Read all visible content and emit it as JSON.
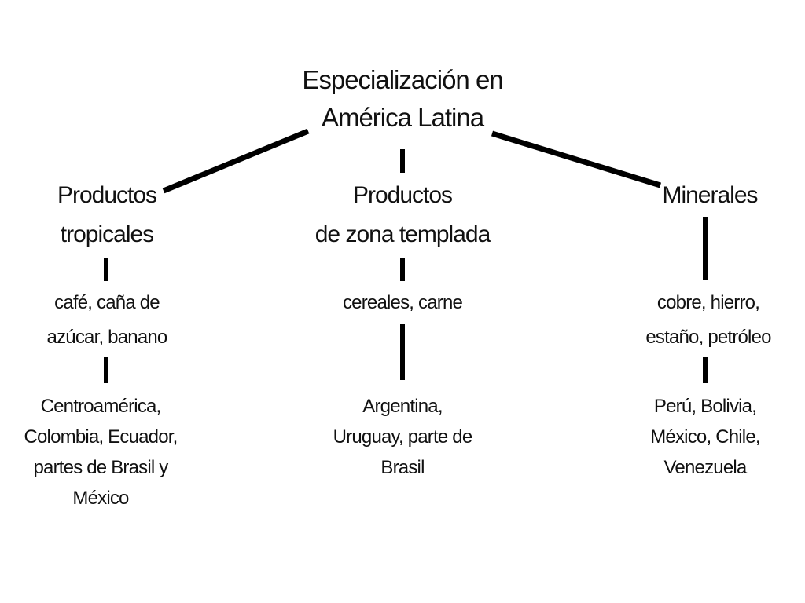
{
  "root": {
    "title_lines": [
      "Especialización en",
      "América Latina"
    ]
  },
  "branches": [
    {
      "category_lines": [
        "Productos",
        "tropicales"
      ],
      "products_lines": [
        "café, caña de",
        "azúcar, banano"
      ],
      "places_lines": [
        "Centroamérica,",
        "Colombia, Ecuador,",
        "partes de Brasil y",
        "México"
      ]
    },
    {
      "category_lines": [
        "Productos",
        "de zona templada"
      ],
      "products_lines": [
        "cereales, carne"
      ],
      "places_lines": [
        "Argentina,",
        "Uruguay, parte de",
        "Brasil"
      ]
    },
    {
      "category_lines": [
        "Minerales"
      ],
      "products_lines": [
        "cobre, hierro,",
        "estaño, petróleo"
      ],
      "places_lines": [
        "Perú, Bolivia,",
        "México, Chile,",
        "Venezuela"
      ]
    }
  ],
  "colors": {
    "line": "#000000",
    "text": "#111111",
    "background": "#ffffff"
  }
}
